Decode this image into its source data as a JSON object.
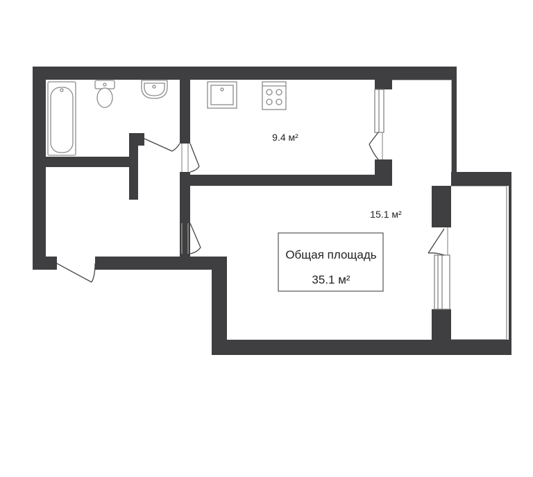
{
  "rooms": {
    "kitchen": {
      "area_label": "9.4 м²"
    },
    "living_room": {
      "area_label": "15.1 м²"
    }
  },
  "total": {
    "heading": "Общая площадь",
    "area_label": "35.1 м²"
  },
  "colors": {
    "wall": "#3f3f41",
    "fixture": "#8a8a8a",
    "glass": "#9a9a9a"
  }
}
